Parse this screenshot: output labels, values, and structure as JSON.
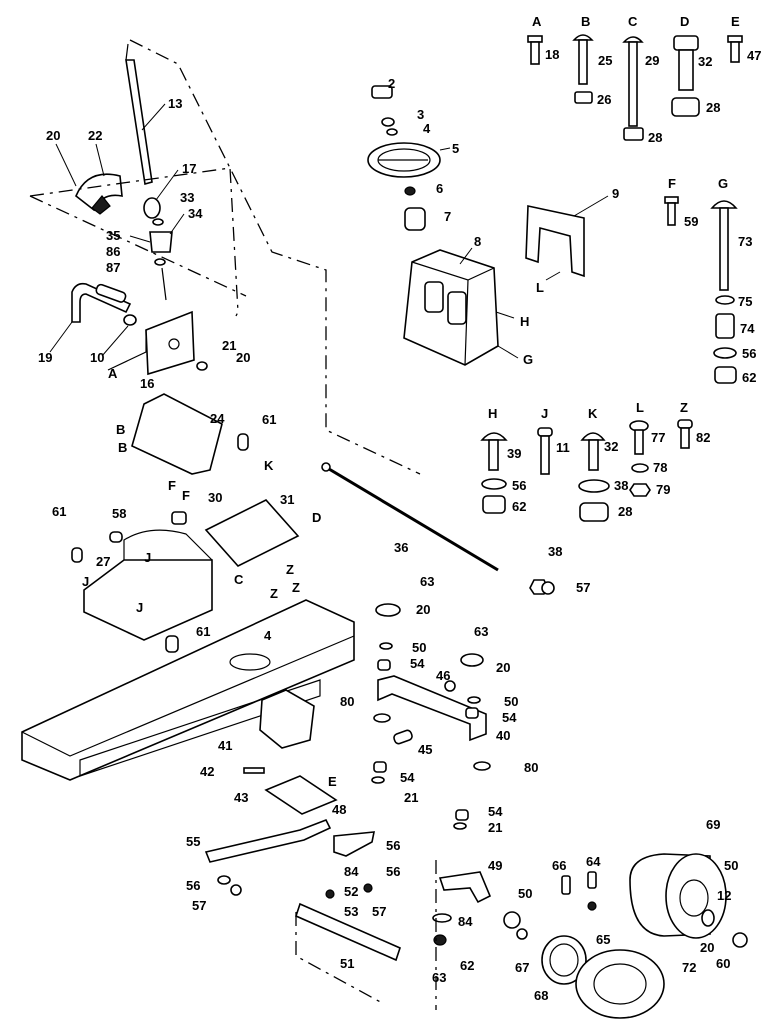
{
  "header_letters": {
    "A": "A",
    "B": "B",
    "C": "C",
    "D": "D",
    "E": "E",
    "F": "F",
    "G": "G",
    "H": "H",
    "J": "J",
    "K": "K",
    "L": "L",
    "Z": "Z"
  },
  "callouts": {
    "p2": "2",
    "p3": "3",
    "p4": "4",
    "p5": "5",
    "p6": "6",
    "p7": "7",
    "p8": "8",
    "p9": "9",
    "p10": "10",
    "p11": "11",
    "p12": "12",
    "p13": "13",
    "p16": "16",
    "p17": "17",
    "p18": "18",
    "p19": "19",
    "p20": "20",
    "p21": "21",
    "p22": "22",
    "p24": "24",
    "p25": "25",
    "p26": "26",
    "p27": "27",
    "p28": "28",
    "p29": "29",
    "p30": "30",
    "p31": "31",
    "p32": "32",
    "p33": "33",
    "p34": "34",
    "p35": "35",
    "p36": "36",
    "p38": "38",
    "p39": "39",
    "p40": "40",
    "p41": "41",
    "p42": "42",
    "p43": "43",
    "p45": "45",
    "p46": "46",
    "p47": "47",
    "p48": "48",
    "p49": "49",
    "p50": "50",
    "p51": "51",
    "p52": "52",
    "p53": "53",
    "p54": "54",
    "p55": "55",
    "p56": "56",
    "p57": "57",
    "p58": "58",
    "p59": "59",
    "p60": "60",
    "p61": "61",
    "p62": "62",
    "p63": "63",
    "p64": "64",
    "p65": "65",
    "p66": "66",
    "p67": "67",
    "p68": "68",
    "p69": "69",
    "p72": "72",
    "p73": "73",
    "p74": "74",
    "p75": "75",
    "p77": "77",
    "p78": "78",
    "p79": "79",
    "p80": "80",
    "p82": "82",
    "p84": "84",
    "p86": "86",
    "p87": "87"
  }
}
